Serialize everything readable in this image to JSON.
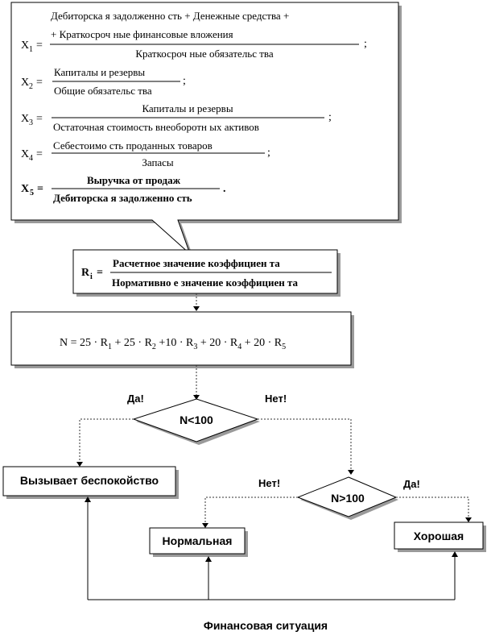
{
  "formula_box": {
    "x1": {
      "label": "X",
      "sub": "1",
      "num_line1": "Дебиторска я  задолженно сть  +  Денежные  средства  +",
      "num_line2": "+ Краткосроч ные  финансовые  вложения",
      "den": "Краткосроч ные  обязательс  тва",
      "end": ";"
    },
    "x2": {
      "label": "X",
      "sub": "2",
      "num": "Капиталы   и  резервы",
      "den": "Общие  обязательс тва",
      "end": ";"
    },
    "x3": {
      "label": "X",
      "sub": "3",
      "num": "Капиталы   и  резервы",
      "den": "Остаточная   стоимость  внеоборотн ых  активов",
      "end": ";"
    },
    "x4": {
      "label": "X",
      "sub": "4",
      "num": "Себестоимо сть   проданных   товаров",
      "den": "Запасы",
      "end": ";"
    },
    "x5": {
      "label": "X",
      "sub": "5",
      "num": "Выручка    от  продаж",
      "den": "Дебиторска я  задолженно сть",
      "end": "."
    }
  },
  "ri_box": {
    "label": "R",
    "sub": "i",
    "num": "Расчетное    значение  коэффициен та",
    "den": "Нормативно  е  значение коэффициен та"
  },
  "n_box": {
    "parts": [
      {
        "t": "N = 25 · R"
      },
      {
        "s": "1"
      },
      {
        "t": " + 25 · R"
      },
      {
        "s": "2"
      },
      {
        "t": " +10 · R"
      },
      {
        "s": "3"
      },
      {
        "t": " + 20 · R"
      },
      {
        "s": "4"
      },
      {
        "t": " + 20 · R"
      },
      {
        "s": "5"
      }
    ]
  },
  "decision1": {
    "condition": "N<100",
    "yes_label": "Да!",
    "no_label": "Нет!"
  },
  "decision2": {
    "condition": "N>100",
    "yes_label": "Да!",
    "no_label": "Нет!"
  },
  "outcomes": {
    "worry": "Вызывает беспокойство",
    "normal": "Нормальная",
    "good": "Хорошая"
  },
  "caption": "Финансовая ситуация"
}
